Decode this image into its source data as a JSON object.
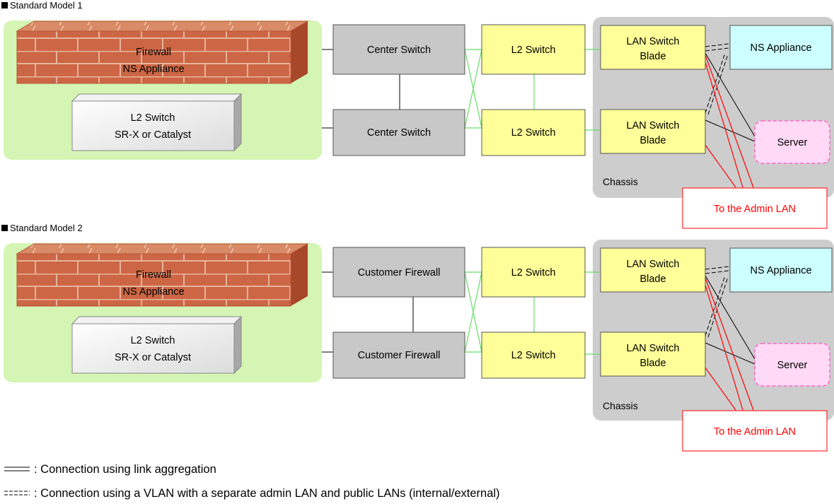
{
  "colors": {
    "green_zone": "#d5f5b4",
    "gray_box": "#c8c8c8",
    "yellow_box": "#ffff99",
    "cyan_box": "#ccffff",
    "pink_box": "#ffd9f5",
    "pink_border": "#ff66cc",
    "chassis": "#cdcdcd",
    "brick": "#cc6644",
    "red_line": "#ff0000",
    "green_line": "#66dd66"
  },
  "sections": [
    {
      "title": "Standard Model 1",
      "firewall_label": [
        "Firewall",
        "NS Appliance"
      ],
      "l2_box_label": [
        "L2 Switch",
        "SR-X or Catalyst"
      ],
      "center_top": "Center Switch",
      "center_bottom": "Center Switch",
      "l2_top": "L2 Switch",
      "l2_bottom": "L2 Switch",
      "blade_top": [
        "LAN Switch",
        "Blade"
      ],
      "blade_bottom": [
        "LAN Switch",
        "Blade"
      ],
      "ns_appliance": "NS Appliance",
      "server": "Server",
      "chassis": "Chassis",
      "admin_lan": "To the Admin LAN"
    },
    {
      "title": "Standard Model 2",
      "firewall_label": [
        "Firewall",
        "NS Appliance"
      ],
      "l2_box_label": [
        "L2 Switch",
        "SR-X or Catalyst"
      ],
      "center_top": "Customer Firewall",
      "center_bottom": "Customer Firewall",
      "l2_top": "L2 Switch",
      "l2_bottom": "L2 Switch",
      "blade_top": [
        "LAN Switch",
        "Blade"
      ],
      "blade_bottom": [
        "LAN Switch",
        "Blade"
      ],
      "ns_appliance": "NS Appliance",
      "server": "Server",
      "chassis": "Chassis",
      "admin_lan": "To the Admin LAN"
    }
  ],
  "legend": [
    {
      "symbol": "double-line",
      "text": ": Connection using link aggregation"
    },
    {
      "symbol": "dashed-double-line",
      "text": ": Connection using a VLAN with a separate admin LAN and public LANs (internal/external)"
    }
  ]
}
